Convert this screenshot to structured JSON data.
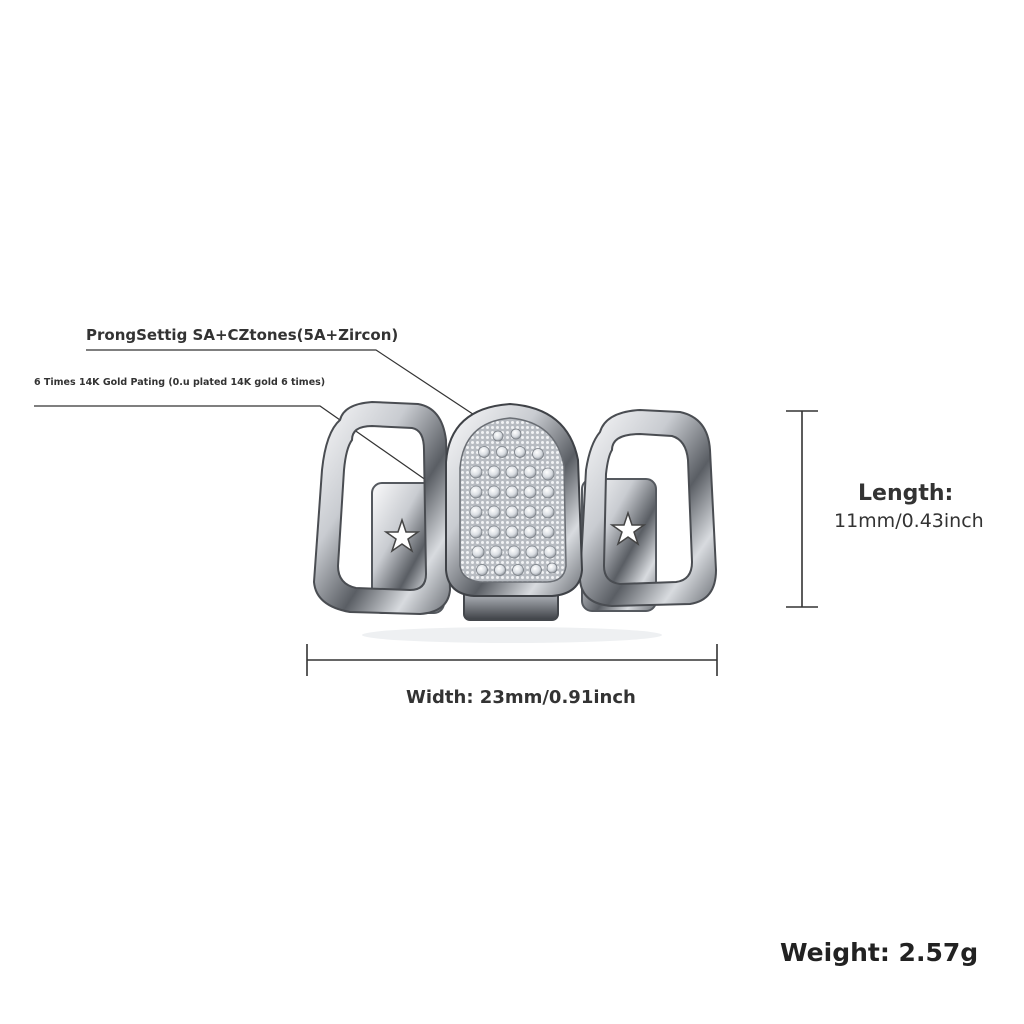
{
  "annotations": {
    "stone_setting": "ProngSettig SA+CZtones(5A+Zircon)",
    "plating": "6 Times 14K Gold Pating (0.u plated 14K gold 6 times)"
  },
  "dimensions": {
    "length_title": "Length:",
    "length_value": "11mm/0.43inch",
    "width": "Width: 23mm/0.91inch",
    "weight": "Weight: 2.57g"
  },
  "colors": {
    "metal_light": "#f4f5f7",
    "metal_dark": "#3a3d42",
    "stone": "#e9ecef",
    "leader_line": "#333333"
  }
}
